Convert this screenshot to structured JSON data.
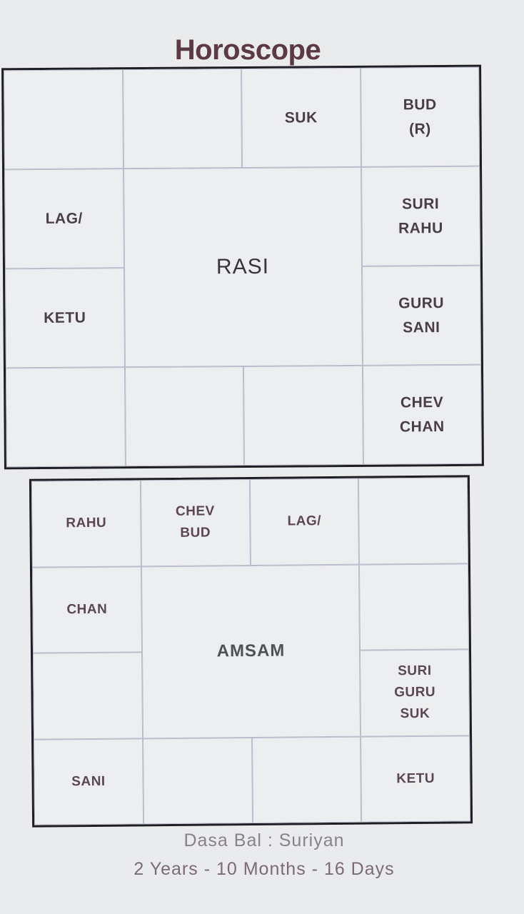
{
  "title": "Horoscope",
  "rasi": {
    "center": "RASI",
    "cells": {
      "r1c1": "",
      "r1c2": "",
      "r1c3": "SUK",
      "r1c4": "BUD\n(R)",
      "r2c1": "LAG/",
      "r2c4": "SURI\nRAHU",
      "r3c1": "KETU",
      "r3c4": "GURU\nSANI",
      "r4c1": "",
      "r4c2": "",
      "r4c3": "",
      "r4c4": "CHEV\nCHAN"
    }
  },
  "amsam": {
    "center": "AMSAM",
    "cells": {
      "r1c1": "RAHU",
      "r1c2": "CHEV\nBUD",
      "r1c3": "LAG/",
      "r1c4": "",
      "r2c1": "CHAN",
      "r2c4": "",
      "r3c1": "",
      "r3c4": "SURI\nGURU\nSUK",
      "r4c1": "SANI",
      "r4c2": "",
      "r4c3": "",
      "r4c4": "KETU"
    }
  },
  "dasa": {
    "line": "Dasa Bal  :  Suriyan",
    "duration": "2 Years - 10 Months - 16 Days"
  }
}
